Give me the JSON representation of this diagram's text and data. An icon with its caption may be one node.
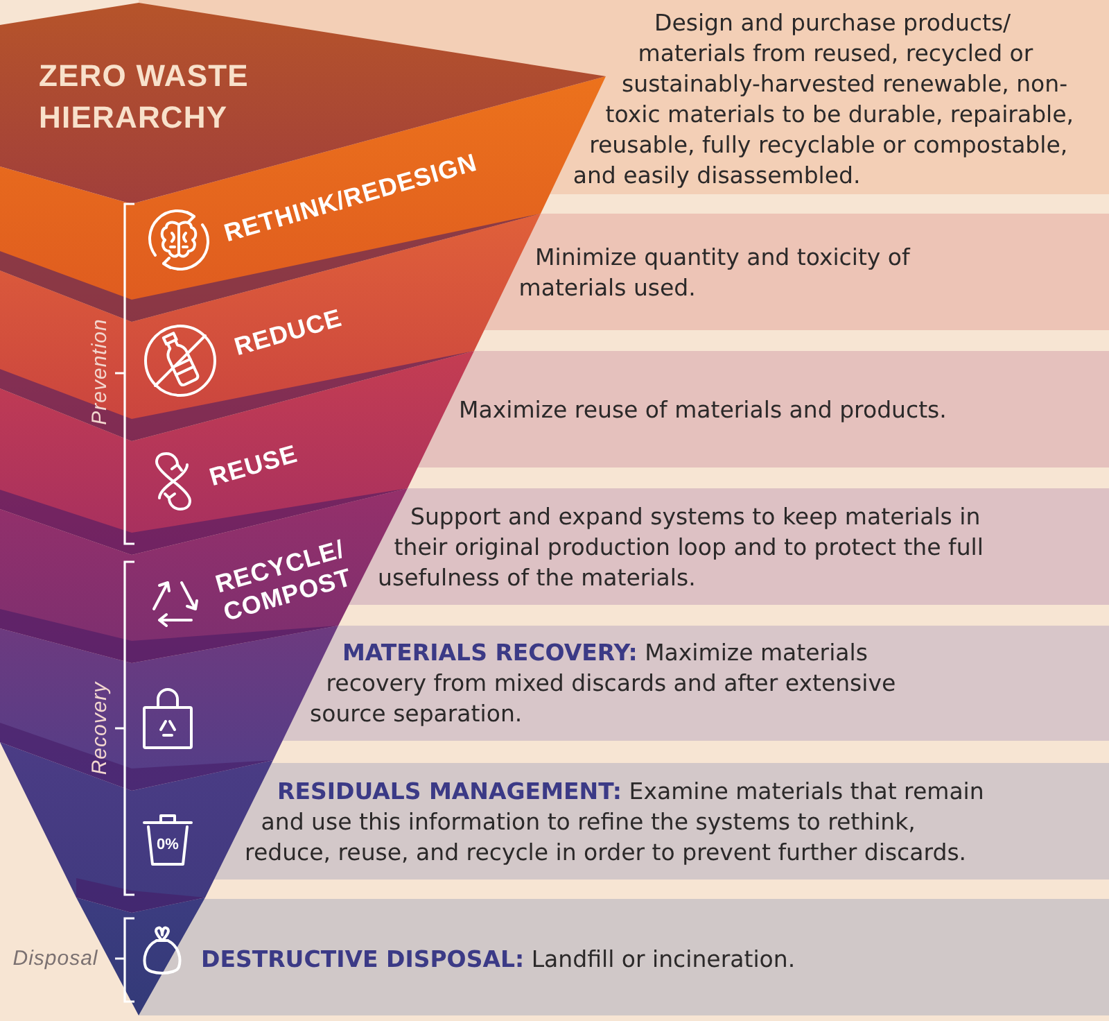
{
  "diagram": {
    "title": "ZERO WASTE HIERARCHY",
    "nodes": [
      {
        "text": [
          "RETHINK/REDESIGN",
          "Design and purchase products/ materials from reused, recycled or sustainably-harvested renewable, non-toxic materials to be durable, repairable, reusable, fully recyclable or compostable, and easily disassembled."
        ]
      },
      {
        "text": [
          "REDUCE",
          "Minimize quantity and toxicity of materials used."
        ]
      },
      {
        "text": [
          "REUSE",
          "Maximize reuse of materials and products."
        ]
      },
      {
        "text": [
          "RECYCLE/ COMPOST",
          "Support and expand systems to keep materials in their original production loop and to protect the full usefulness of the materials."
        ]
      },
      {
        "text": [
          "**MATERIALS RECOVERY:** Maximize materials recovery from mixed discards and after extensive source separation."
        ]
      },
      {
        "text": [
          "0%",
          "**RESIDUALS MANAGEMENT:** Examine materials that remain and use this information to refine the systems to rethink, reduce, reuse, and recycle in order to prevent further discards."
        ]
      },
      {
        "text": [
          "**DESTRUCTIVE DISPOSAL:** Landfill or incineration."
        ]
      }
    ],
    "labels": [
      "Prevention",
      "Recovery",
      "Disposal"
    ]
  }
}
